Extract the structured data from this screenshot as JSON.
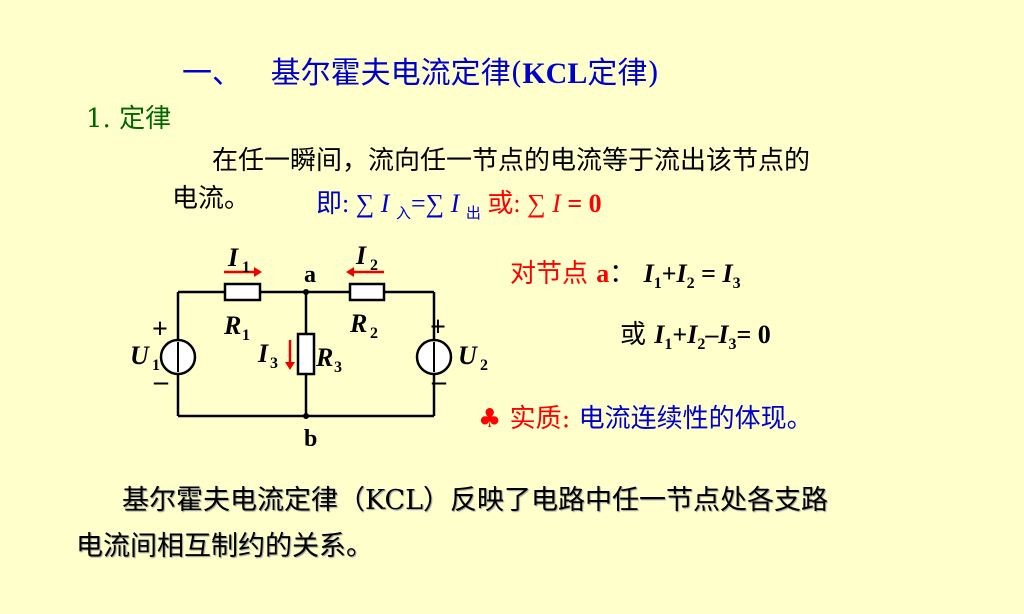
{
  "title": {
    "prefix": "一、",
    "main": "基尔霍夫电流定律(",
    "kcl": "KCL",
    "suffix": "定律)"
  },
  "section": {
    "num": "1.",
    "label": "定律"
  },
  "definition": {
    "line1": "在任一瞬间，流向任一节点的电流等于流出该节点的",
    "line2": "电流。"
  },
  "formula": {
    "lead": "即:",
    "sigma": "∑",
    "I": "I",
    "in_sub": "入",
    "eq": "=",
    "out_sub": "出",
    "or": "或:",
    "zero": "= 0"
  },
  "node_eq": {
    "label": "对节点",
    "node": "a",
    "colon": "：",
    "i1": "I",
    "s1": "1",
    "plus": "+",
    "i2": "I",
    "s2": "2",
    "eq": " = ",
    "i3": "I",
    "s3": "3"
  },
  "alt_eq": {
    "or": "或",
    "i1": "I",
    "s1": "1",
    "plus": "+",
    "i2": "I",
    "s2": "2",
    "minus": "–",
    "i3": "I",
    "s3": "3",
    "rest": "= 0"
  },
  "essence": {
    "bullet": "♣",
    "label": "实质:",
    "text": "电流连续性的体现。"
  },
  "summary": {
    "line1": "基尔霍夫电流定律（KCL）反映了电路中任一节点处各支路",
    "line2": "电流间相互制约的关系。"
  },
  "circuit": {
    "I": "I",
    "sub1": "1",
    "sub2": "2",
    "sub3": "3",
    "R": "R",
    "U": "U",
    "node_a": "a",
    "node_b": "b",
    "plus": "+",
    "minus": "–"
  },
  "colors": {
    "background": "#FFFFCC",
    "blue": "#0000CC",
    "red": "#FF0000",
    "green": "#006600"
  }
}
